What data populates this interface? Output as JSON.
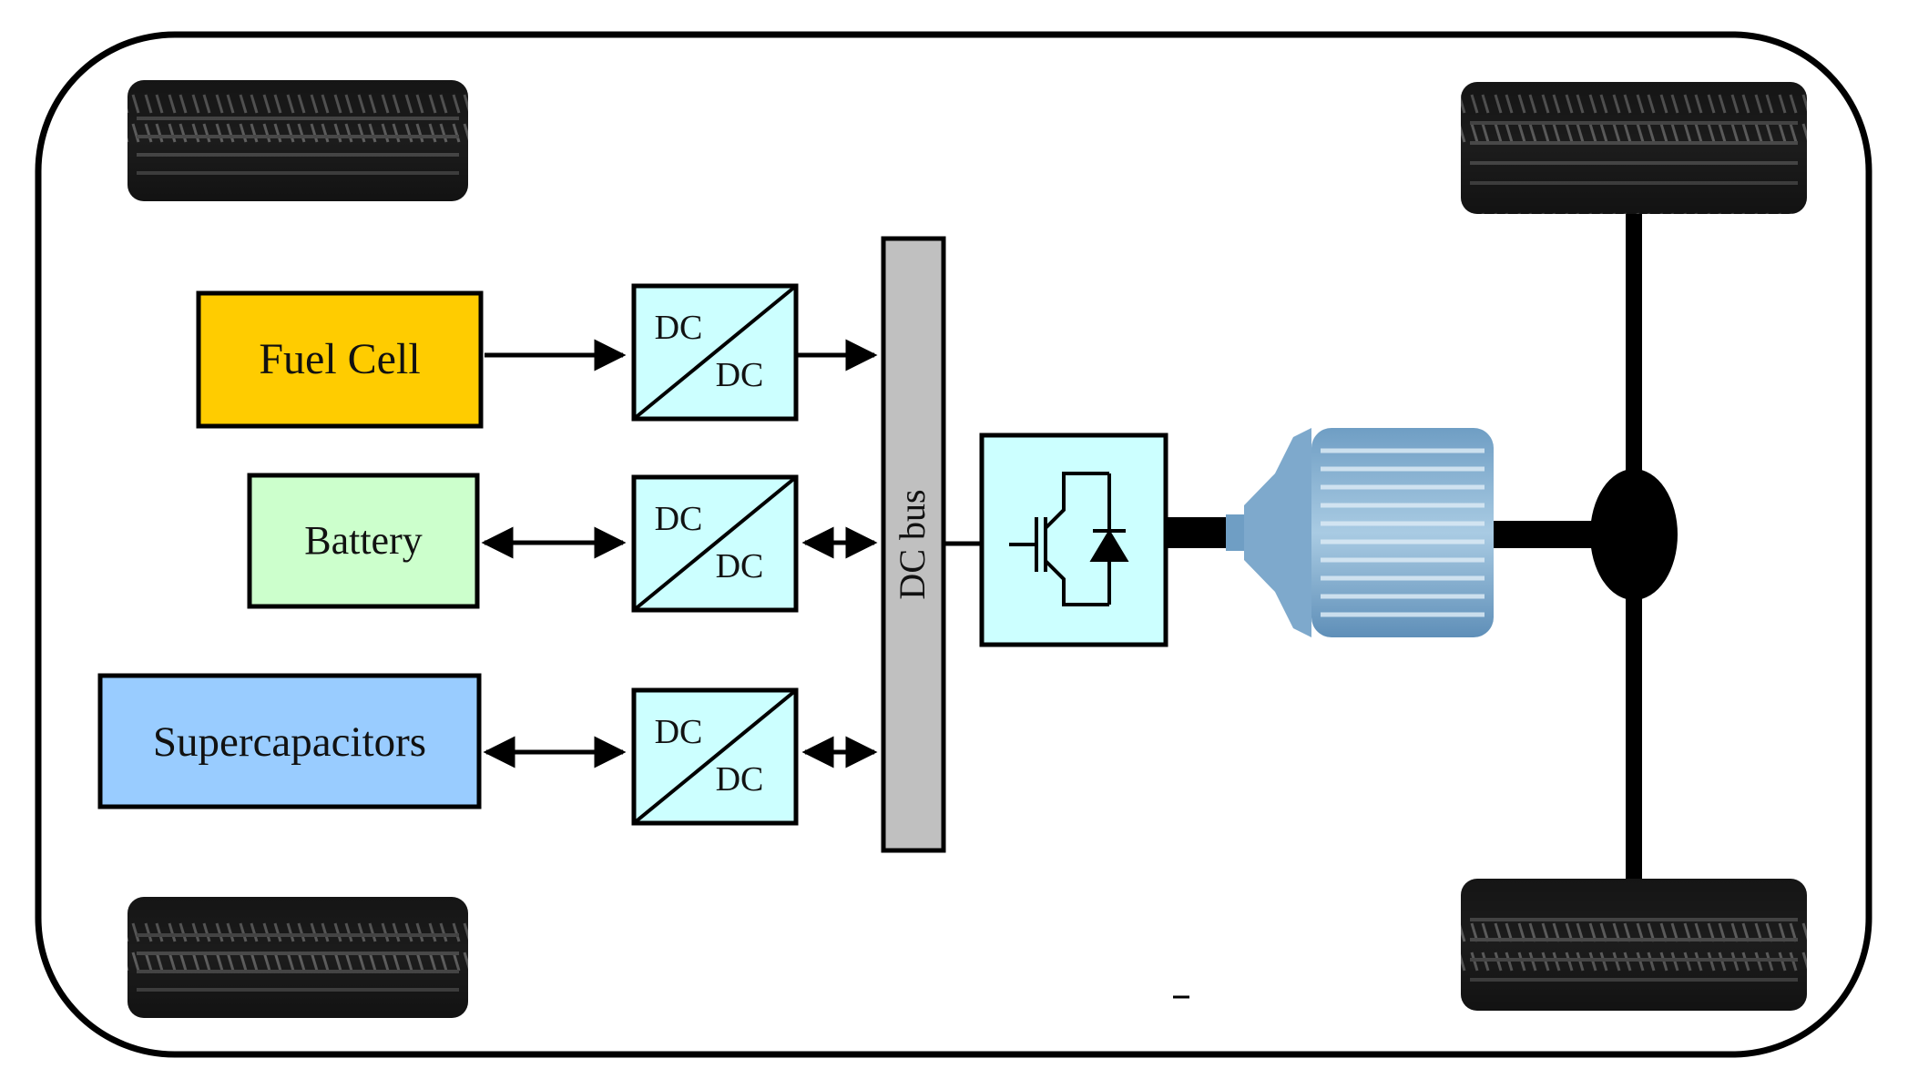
{
  "sources": {
    "fuel_cell": {
      "label": "Fuel Cell",
      "color": "#FFCC00"
    },
    "battery": {
      "label": "Battery",
      "color": "#CCFFCC"
    },
    "supercapacitors": {
      "label": "Supercapacitors",
      "color": "#99CCFF"
    }
  },
  "converters": {
    "top": "DC",
    "bottom": "DC",
    "color": "#CCFFFF"
  },
  "dc_bus": {
    "label": "DC bus",
    "color": "#C0C0C0"
  },
  "inverter": {
    "color": "#CCFFFF"
  },
  "motor": {
    "color": "#7FA8C9"
  },
  "colors": {
    "outline": "#000000",
    "tire": "#1a1a1a",
    "tread": "#5a5a5a"
  },
  "icons": [
    "fuel-cell-block",
    "battery-block",
    "supercapacitor-block",
    "dc-dc-converter",
    "igbt-inverter-symbol",
    "electric-motor",
    "differential",
    "tire-icon"
  ]
}
